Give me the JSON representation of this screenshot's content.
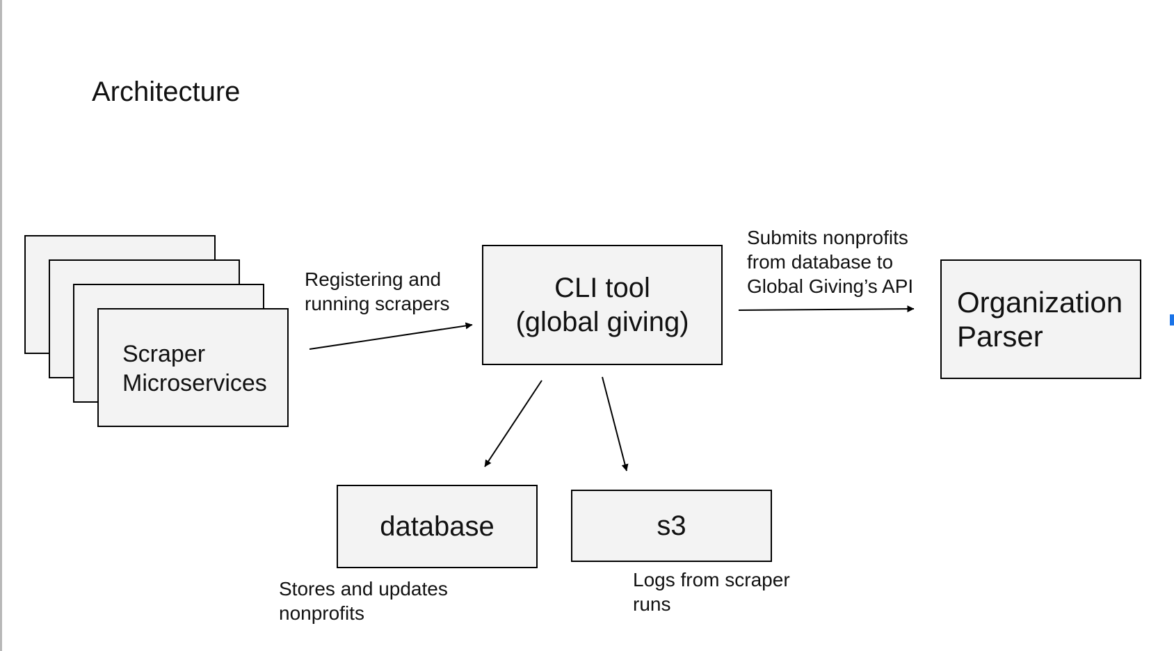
{
  "title": "Architecture",
  "nodes": {
    "scraper": {
      "label": "Scraper\nMicroservices"
    },
    "cli": {
      "label": "CLI tool\n(global giving)"
    },
    "parser": {
      "label": "Organization\nParser"
    },
    "database": {
      "label": "database"
    },
    "s3": {
      "label": "s3"
    }
  },
  "edges": {
    "scraper_to_cli": "Registering and\nrunning scrapers",
    "cli_to_parser": "Submits nonprofits\nfrom database to\nGlobal Giving’s API",
    "database_note": "Stores and updates\nnonprofits",
    "s3_note": "Logs from scraper\nruns"
  },
  "colors": {
    "box_fill": "#f3f3f3",
    "stroke": "#000000",
    "accent": "#1a73e8"
  }
}
